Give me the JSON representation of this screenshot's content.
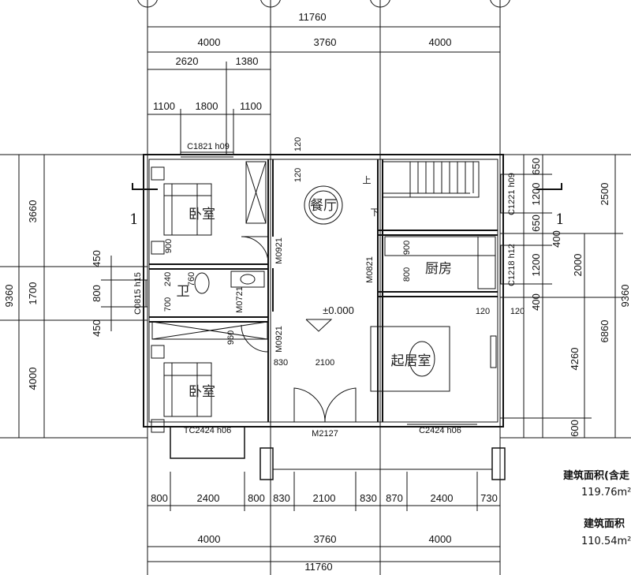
{
  "dimensions": {
    "total_width": "11760",
    "total_depth": "9360",
    "top_row2": [
      "4000",
      "3760",
      "4000"
    ],
    "top_row3": [
      "2620",
      "1380"
    ],
    "top_row4": [
      "1100",
      "1800",
      "1100"
    ],
    "bottom_row1": [
      "800",
      "2400",
      "800",
      "830",
      "2100",
      "830",
      "870",
      "2400",
      "730"
    ],
    "bottom_row2": [
      "4000",
      "3760",
      "4000"
    ],
    "left_outer": [
      "3660",
      "1700",
      "4000"
    ],
    "left_inner": [
      "450",
      "800",
      "450"
    ],
    "right_inner": [
      "650",
      "1200",
      "650",
      "400",
      "1200",
      "400",
      "4260",
      "600"
    ],
    "right_mid": [
      "2500",
      "2000",
      "6860"
    ],
    "interior": [
      "120",
      "120",
      "120",
      "120",
      "240",
      "700",
      "760",
      "900",
      "900",
      "960",
      "800",
      "830",
      "2100"
    ]
  },
  "labels": {
    "window_top_left": "C1821 h09",
    "window_bath": "C0815 h15",
    "window_bed2": "TC2424 h06",
    "door_main": "M2127",
    "window_master": "C2424 h06",
    "window_stair": "C1221 h09",
    "window_kitchen": "C1218 h12",
    "door_bed1": "M0921",
    "door_bed2": "M0921",
    "door_bath": "M0721",
    "door_kitchen": "M0821",
    "elevation": "±0.000",
    "stair_up": "上",
    "stair_down": "下",
    "section_mark": "1"
  },
  "rooms": {
    "bedroom1": "卧室",
    "bedroom2": "卧室",
    "bathroom": "卫",
    "dining": "餐厅",
    "kitchen": "厨房",
    "living": "起居室"
  },
  "areas": {
    "label1": "建筑面积(含走",
    "value1": "119.76m²",
    "label2": "建筑面积",
    "value2": "110.54m²"
  }
}
